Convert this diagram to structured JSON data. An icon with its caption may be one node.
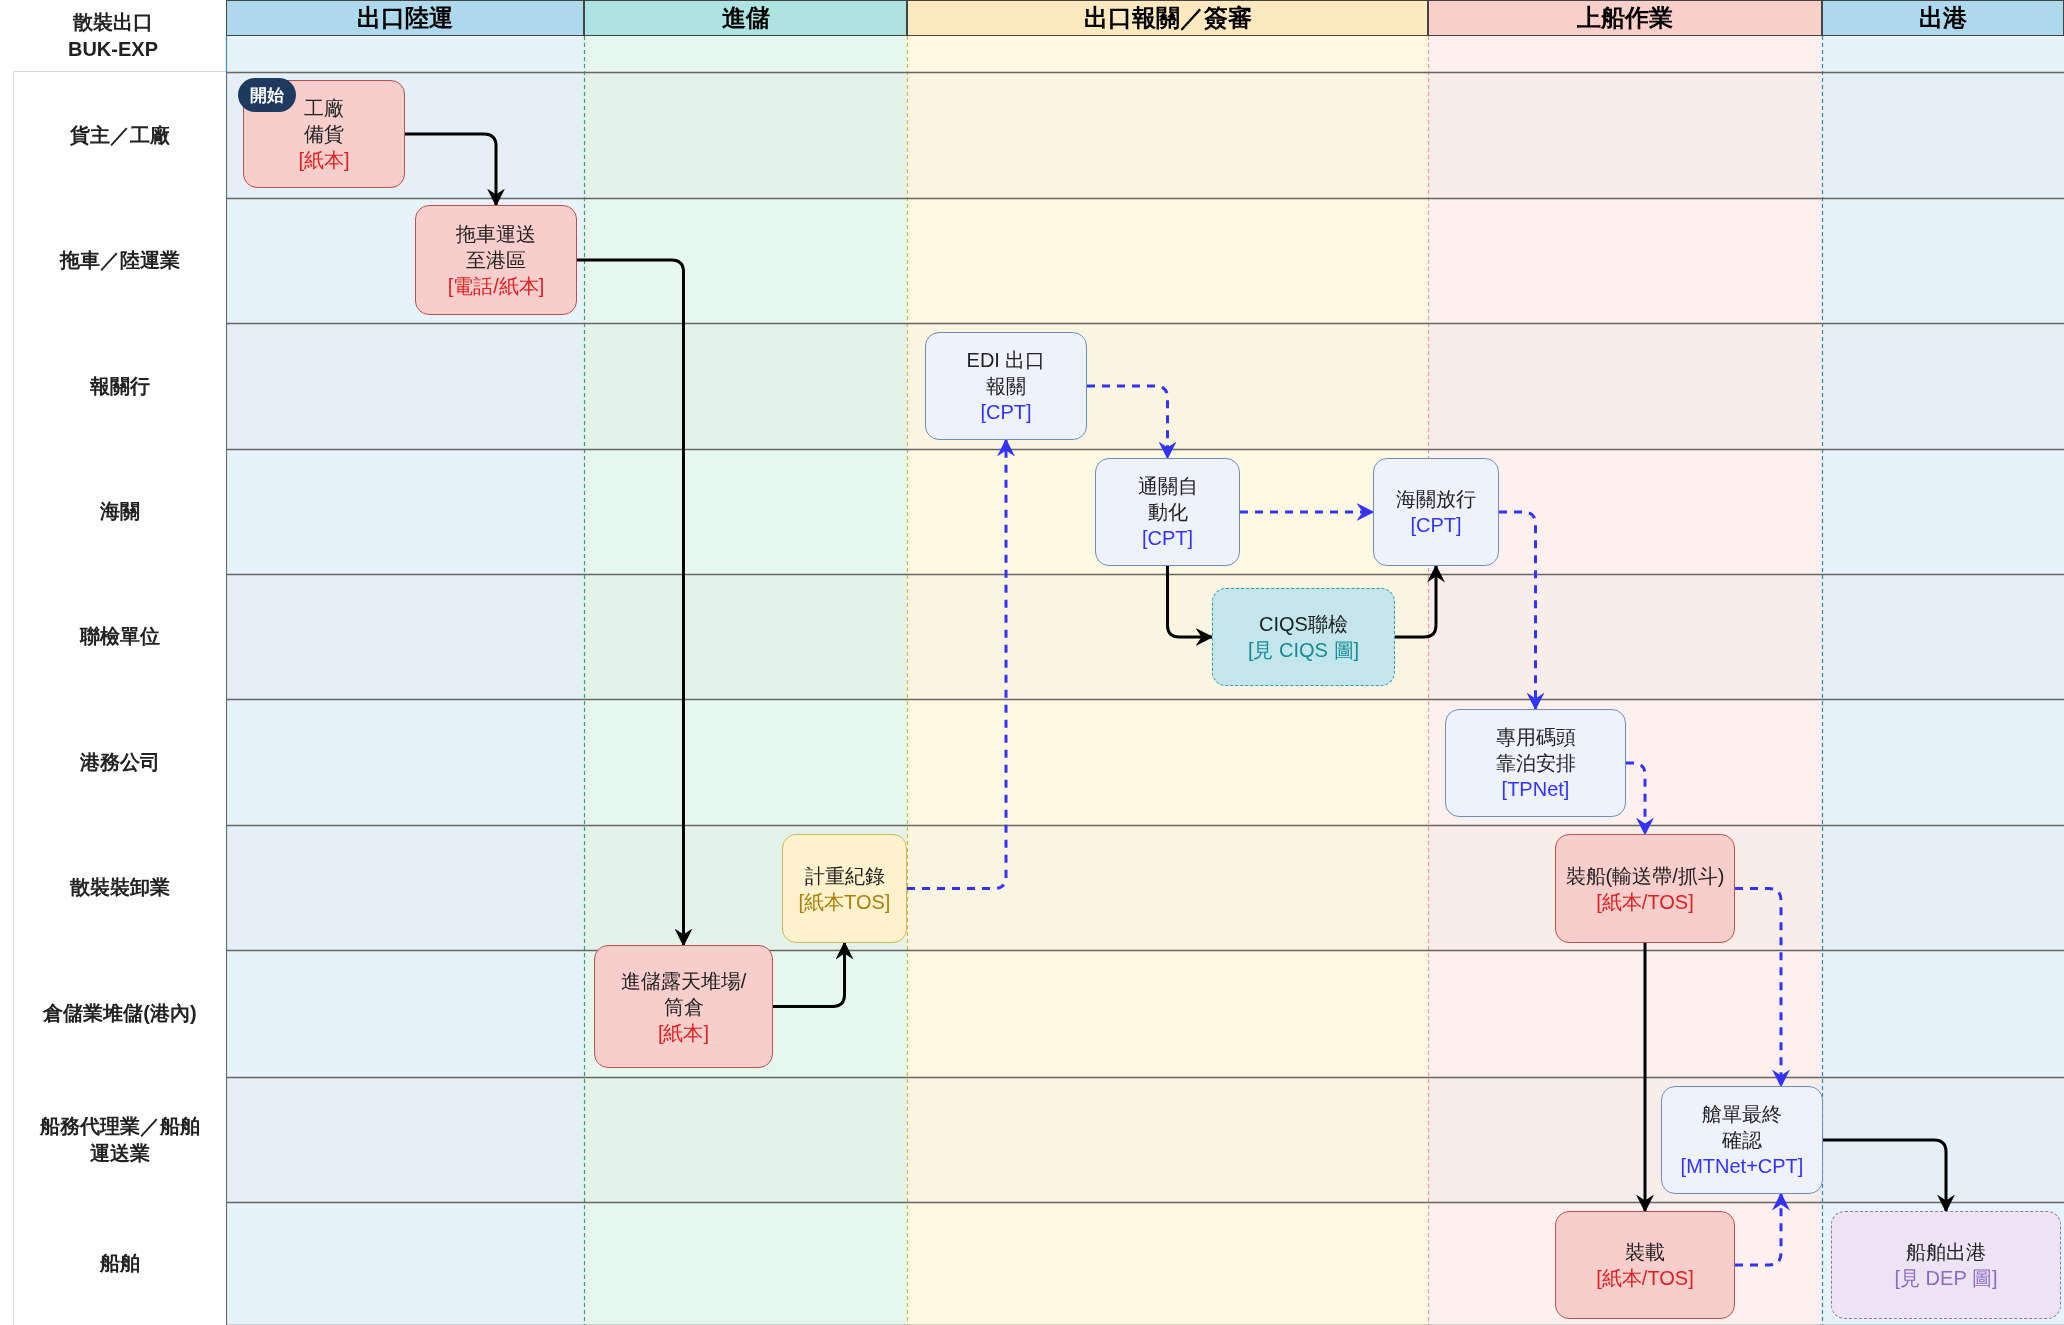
{
  "diagram": {
    "title": "散裝出口 BUK-EXP",
    "labels": [
      "出口陸運",
      "進儲",
      "出口報關／簽審",
      "上船作業",
      "出港",
      "貨主／工廠",
      "拖車／陸運業",
      "報關行",
      "海關",
      "聯檢單位",
      "港務公司",
      "散裝裝卸業",
      "倉儲業堆儲(港內)",
      "船務代理業／船舶運送業",
      "船舶"
    ],
    "nodes": [
      {
        "text": [
          "工廠備貨",
          "[紙本]"
        ]
      },
      {
        "text": [
          "拖車運送至港區",
          "[電話/紙本]"
        ]
      },
      {
        "text": [
          "進儲露天堆場/筒倉",
          "[紙本]"
        ]
      },
      {
        "text": [
          "計重紀錄",
          "[紙本TOS]"
        ]
      },
      {
        "text": [
          "EDI 出口報關",
          "[CPT]"
        ]
      },
      {
        "text": [
          "通關自動化",
          "[CPT]"
        ]
      },
      {
        "text": [
          "海關放行",
          "[CPT]"
        ]
      },
      {
        "text": [
          "CIQS聯檢",
          "[見 CIQS 圖]"
        ]
      },
      {
        "text": [
          "專用碼頭靠泊安排",
          "[TPNet]"
        ]
      },
      {
        "text": [
          "裝船(輸送帶/抓斗)",
          "[紙本/TOS]"
        ]
      },
      {
        "text": [
          "艙單最終確認",
          "[MTNet+CPT]"
        ]
      },
      {
        "text": [
          "裝載",
          "[紙本/TOS]"
        ]
      },
      {
        "text": [
          "船舶出港",
          "[見 DEP 圖]"
        ]
      },
      {
        "text": [
          "開始"
        ]
      }
    ],
    "edges": [
      {
        "from": 0,
        "to": 1,
        "arrow": "to"
      },
      {
        "from": 1,
        "to": 2,
        "arrow": "to"
      },
      {
        "from": 2,
        "to": 3,
        "arrow": "to"
      },
      {
        "from": 3,
        "to": 4,
        "arrow": "to",
        "style": "dashed",
        "color": "#3333ff"
      },
      {
        "from": 4,
        "to": 5,
        "arrow": "to",
        "style": "dashed",
        "color": "#3333ff"
      },
      {
        "from": 5,
        "to": 6,
        "arrow": "to",
        "style": "dashed",
        "color": "#3333ff"
      },
      {
        "from": 5,
        "to": 7,
        "arrow": "to"
      },
      {
        "from": 7,
        "to": 6,
        "arrow": "to"
      },
      {
        "from": 6,
        "to": 8,
        "arrow": "to",
        "style": "dashed",
        "color": "#3333ff"
      },
      {
        "from": 8,
        "to": 9,
        "arrow": "to",
        "style": "dashed",
        "color": "#3333ff"
      },
      {
        "from": 9,
        "to": 10,
        "arrow": "to",
        "style": "dashed",
        "color": "#3333ff"
      },
      {
        "from": 9,
        "to": 11,
        "arrow": "to"
      },
      {
        "from": 11,
        "to": 10,
        "arrow": "to",
        "style": "dashed",
        "color": "#3333ff"
      },
      {
        "from": 10,
        "to": 12,
        "arrow": "to"
      }
    ]
  }
}
